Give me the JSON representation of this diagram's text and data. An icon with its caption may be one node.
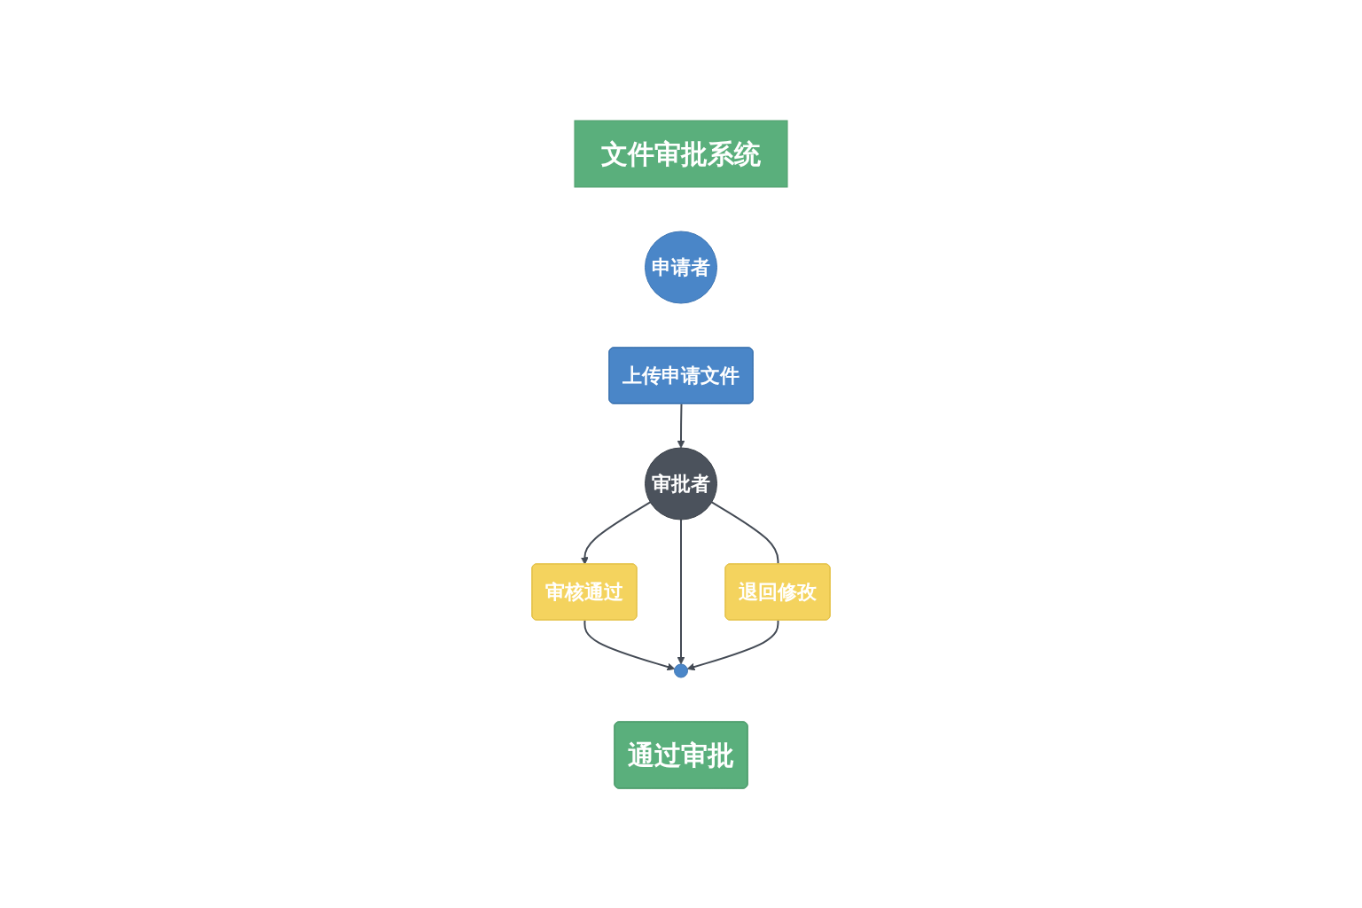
{
  "diagram": {
    "nodes": [
      {
        "text": [
          "文件审批系统"
        ]
      },
      {
        "text": [
          "申请者"
        ]
      },
      {
        "text": [
          "上传申请文件"
        ]
      },
      {
        "text": [
          "审批者"
        ]
      },
      {
        "text": [
          "审核通过"
        ]
      },
      {
        "text": [
          "退回修孜"
        ]
      },
      {
        "text": [],
        "shape": "person"
      },
      {
        "text": [
          "通过审批"
        ]
      }
    ],
    "edges": [
      {
        "from": 2,
        "to": 3,
        "arrow": "to"
      },
      {
        "from": 3,
        "to": 4,
        "arrow": "to"
      },
      {
        "from": 3,
        "to": 5,
        "arrow": "none"
      },
      {
        "from": 4,
        "to": 6,
        "arrow": "to"
      },
      {
        "from": 3,
        "to": 6,
        "arrow": "to"
      },
      {
        "from": 5,
        "to": 6,
        "arrow": "to"
      }
    ]
  }
}
